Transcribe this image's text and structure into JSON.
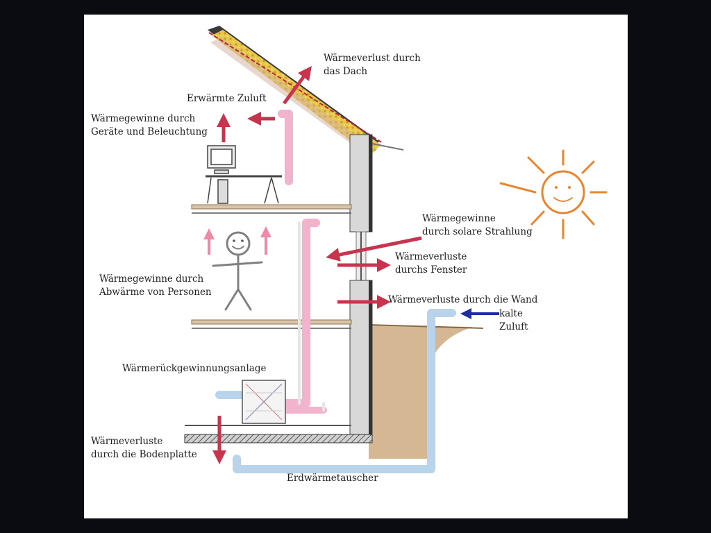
{
  "labels": {
    "roof_loss": [
      "Wärmeverlust durch",
      "das Dach"
    ],
    "warm_supply": "Erwärmte Zuluft",
    "appliances": [
      "Wärmegewinne  durch",
      "Geräte und Beleuchtung"
    ],
    "solar": [
      "Wärmegewinne",
      "durch solare Strahlung"
    ],
    "window_loss": [
      "Wärmeverluste",
      "durchs Fenster"
    ],
    "persons": [
      "Wärmegewinne  durch",
      "Abwärme von Personen"
    ],
    "wall_loss": "Wärmeverluste durch die Wand",
    "cold_supply": [
      "kalte",
      "Zuluft"
    ],
    "heat_recovery": "Wärmerückgewinnungsanlage",
    "floor_loss": [
      "Wärmeverluste",
      "durch die Bodenplatte"
    ],
    "ground_exchanger": "Erdwärmetauscher"
  },
  "colors": {
    "warm_arrow": "#c8344e",
    "cold_arrow": "#1f2fa0",
    "warm_duct": "#f2b3cd",
    "cold_duct": "#b9d4ea",
    "sun": "#e8852e",
    "insulation": "#e8c84a",
    "wall": "#d8d8d8",
    "soil": "#c7a06f"
  }
}
